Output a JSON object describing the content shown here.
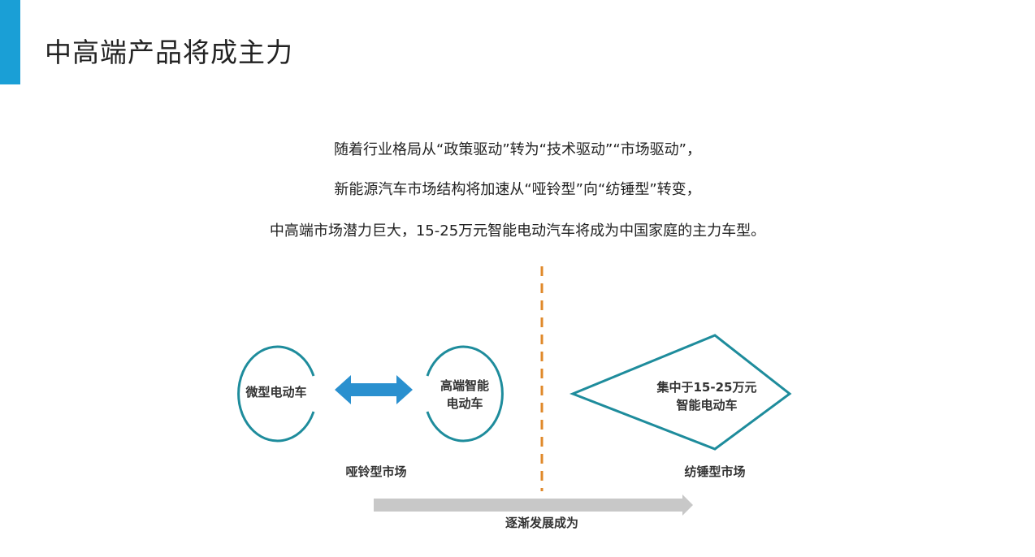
{
  "title": "中高端产品将成主力",
  "intro": [
    "随着行业格局从“政策驱动”转为“技术驱动”“市场驱动”，",
    "新能源汽车市场结构将加速从“哑铃型”向“纺锤型”转变，",
    "中高端市场潜力巨大，15-25万元智能电动汽车将成为中国家庭的主力车型。"
  ],
  "diagram": {
    "left_circle": "微型电动车",
    "right_circle": [
      "高端智能",
      "电动车"
    ],
    "diamond": [
      "集中于15-25万元",
      "智能电动车"
    ],
    "dumbbell_label": "哑铃型市场",
    "spindle_label": "纺锤型市场",
    "arrow_label": "逐渐发展成为"
  },
  "colors": {
    "accent": "#1a9fd6",
    "circle": "#1e8c9c",
    "arrow": "#2a90cf",
    "dash": "#e0892a",
    "grey": "#c8c8c8"
  }
}
